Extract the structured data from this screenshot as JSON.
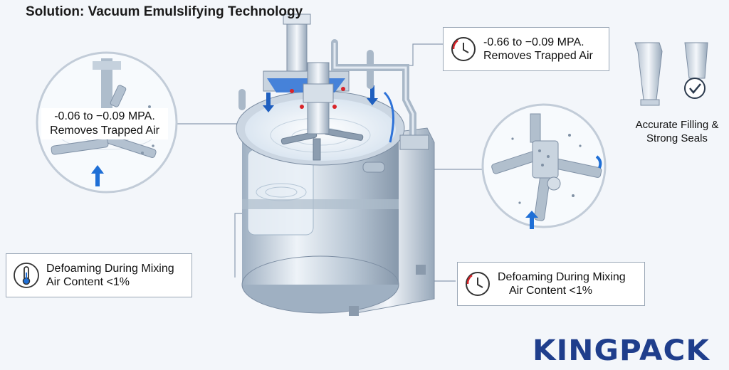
{
  "title": "Solution: Vacuum Emulslifying Technology",
  "callouts": {
    "top_right": {
      "line1": "-0.66 to −0.09 MPA.",
      "line2": "Removes Trapped Air",
      "icon": "clock-icon"
    },
    "left_circle": {
      "line1": "-0.06 to −0.09 MPA.",
      "line2": "Removes Trapped Air"
    },
    "bottom_left": {
      "line1": "Defoaming During Mixing",
      "line2": "Air Content <1%",
      "icon": "thermometer-icon"
    },
    "bottom_right": {
      "line1": "Defoaming During Mixing",
      "line2": "Air Content <1%",
      "icon": "clock-icon"
    }
  },
  "product": {
    "line1": "Accurate Filling &",
    "line2": "Strong Seals",
    "icon": "tube-check-icon"
  },
  "logo": "KINGPACK",
  "colors": {
    "brand": "#1f3e8c",
    "accent": "#1f6fd6",
    "steel": "#c7d2de"
  }
}
